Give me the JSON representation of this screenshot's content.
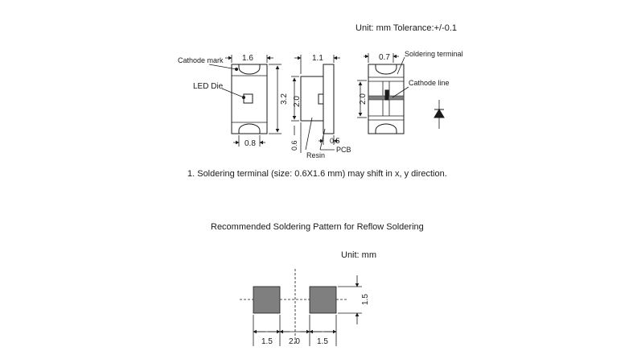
{
  "header": {
    "unit_tolerance": "Unit: mm Tolerance:+/-0.1"
  },
  "top_view": {
    "cathode_mark_label": "Cathode mark",
    "led_die_label": "LED Die",
    "width_dim": "1.6",
    "length_dim": "3.2",
    "pad_dim": "0.8"
  },
  "side_view": {
    "width_dim": "1.1",
    "height_dim": "2.0",
    "resin_dim": "0.6",
    "pcb_dim": "0.5",
    "resin_label": "Resin",
    "pcb_label": "PCB"
  },
  "bottom_view": {
    "offset_dim": "0.7",
    "soldering_terminal_label": "Soldering terminal",
    "cathode_line_label": "Cathode line",
    "height_dim": "2.0"
  },
  "note": "1. Soldering terminal (size: 0.6X1.6 mm) may shift in x, y direction.",
  "pattern": {
    "title": "Recommended Soldering Pattern for Reflow Soldering",
    "unit": "Unit: mm",
    "pad_height": "1.5",
    "pad_left_width": "1.5",
    "gap_width": "2.0",
    "pad_right_width": "1.5",
    "pad_color": "#7f7f7f"
  }
}
